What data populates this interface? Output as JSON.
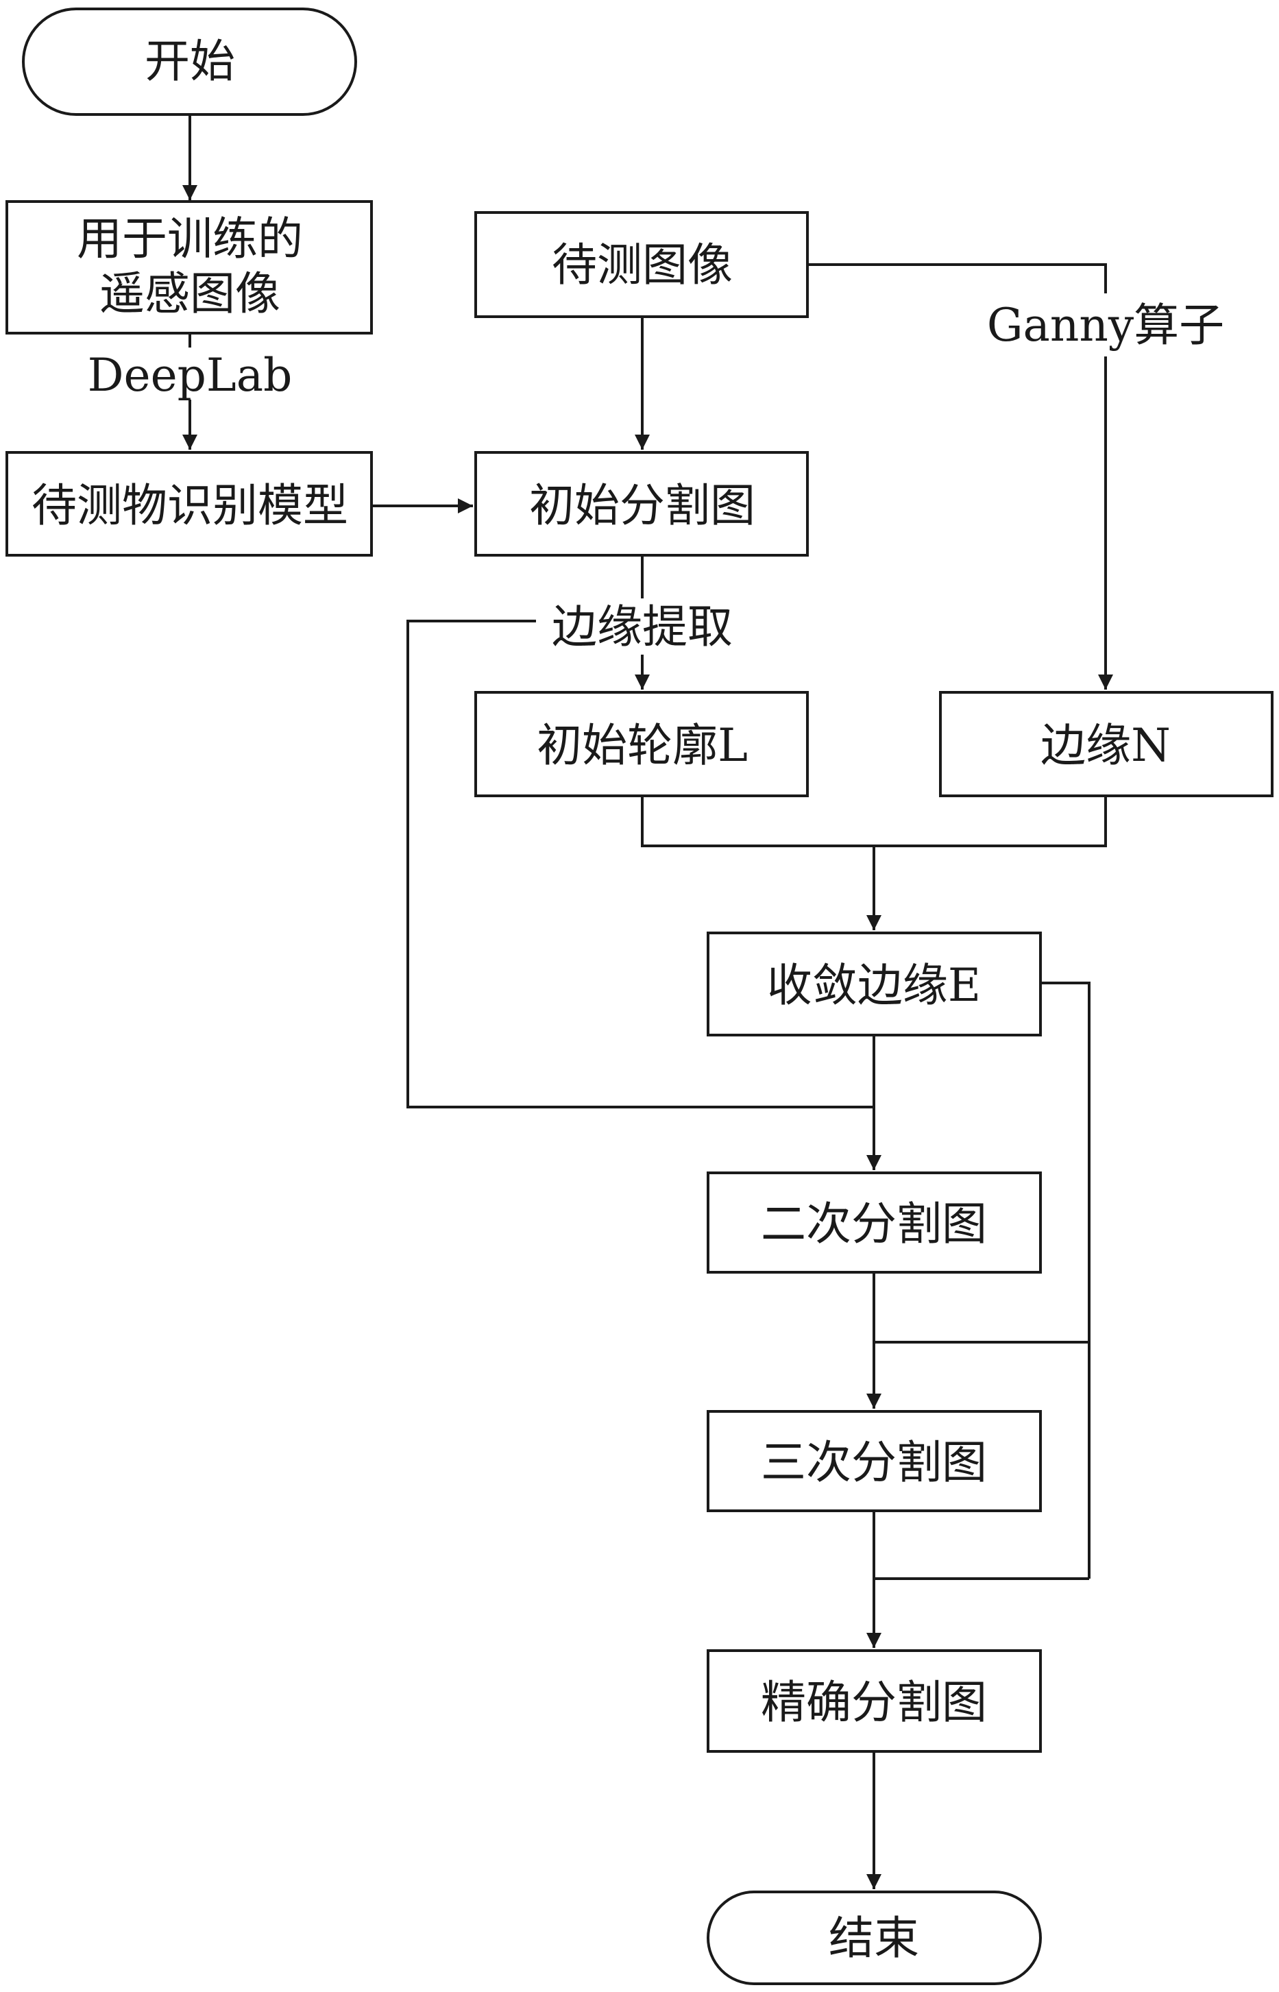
{
  "nodes": {
    "start": {
      "text": "开始"
    },
    "train": {
      "line1": "用于训练的",
      "line2": "遥感图像"
    },
    "test": {
      "text": "待测图像"
    },
    "model": {
      "text": "待测物识别模型"
    },
    "initseg": {
      "text": "初始分割图"
    },
    "contour": {
      "text": "初始轮廓L"
    },
    "edgeN": {
      "text": "边缘N"
    },
    "conv": {
      "text": "收敛边缘E"
    },
    "seg2": {
      "text": "二次分割图"
    },
    "seg3": {
      "text": "三次分割图"
    },
    "precise": {
      "text": "精确分割图"
    },
    "end": {
      "text": "结束"
    }
  },
  "edges": {
    "deeplab": "DeepLab",
    "canny": "Ganny算子",
    "extract": "边缘提取"
  }
}
